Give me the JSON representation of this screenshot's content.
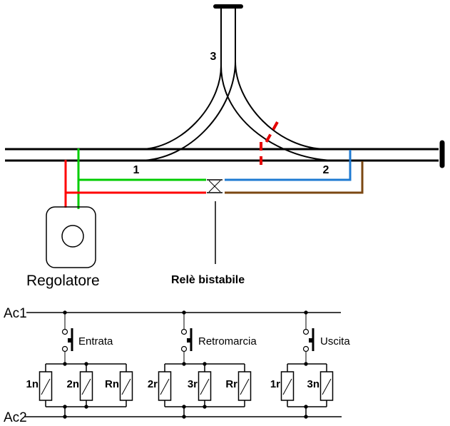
{
  "diagram": {
    "title_context": "Model railway turnout wiring schematic",
    "track_labels": {
      "one": "1",
      "two": "2",
      "three": "3"
    },
    "regolatore": {
      "label": "Regolatore"
    },
    "relay": {
      "label": "Relè bistabile"
    },
    "power": {
      "ac1": "Ac1",
      "ac2": "Ac2"
    },
    "buttons": [
      {
        "label": "Entrata"
      },
      {
        "label": "Retromarcia"
      },
      {
        "label": "Uscita"
      }
    ],
    "coil_groups": [
      {
        "coils": [
          {
            "label": "1n"
          },
          {
            "label": "2n"
          },
          {
            "label": "Rn"
          }
        ]
      },
      {
        "coils": [
          {
            "label": "2r"
          },
          {
            "label": "3r"
          },
          {
            "label": "Rr"
          }
        ]
      },
      {
        "coils": [
          {
            "label": "1r"
          },
          {
            "label": "3n"
          }
        ]
      }
    ],
    "colors": {
      "wire_green": "#00cc00",
      "wire_red": "#ff0000",
      "wire_blue": "#1e7ad2",
      "wire_brown": "#7b4712",
      "insulation_red": "#e60000",
      "track_black": "#000000"
    }
  }
}
